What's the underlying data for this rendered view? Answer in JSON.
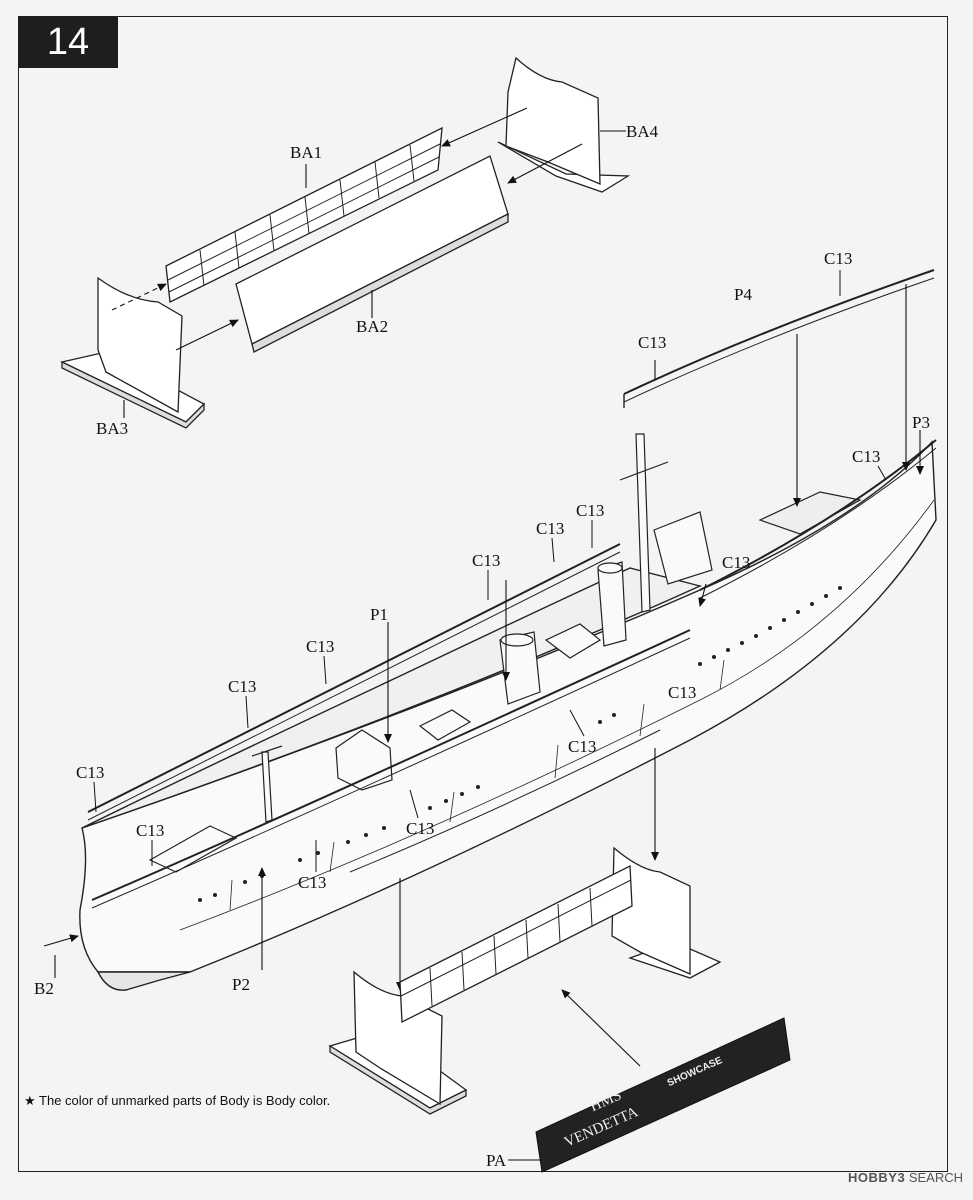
{
  "step_number": "14",
  "note": "The color of unmarked parts of Body is Body color.",
  "note_star": "★",
  "labels": {
    "ba1": "BA1",
    "ba2": "BA2",
    "ba3": "BA3",
    "ba4": "BA4",
    "p1": "P1",
    "p2": "P2",
    "p3": "P3",
    "p4": "P4",
    "b2": "B2",
    "pa": "PA",
    "c13": "C13"
  },
  "nameplate": {
    "line1": "HMS",
    "line2": "VENDETTA",
    "logo": "SHOWCASE"
  },
  "watermark": {
    "brand1": "HOBBY",
    "brand2": "SEARCH",
    "brand_digit": "3"
  },
  "colors": {
    "line": "#222222",
    "paper": "#f4f4f2",
    "badge": "#1e1e1e"
  }
}
